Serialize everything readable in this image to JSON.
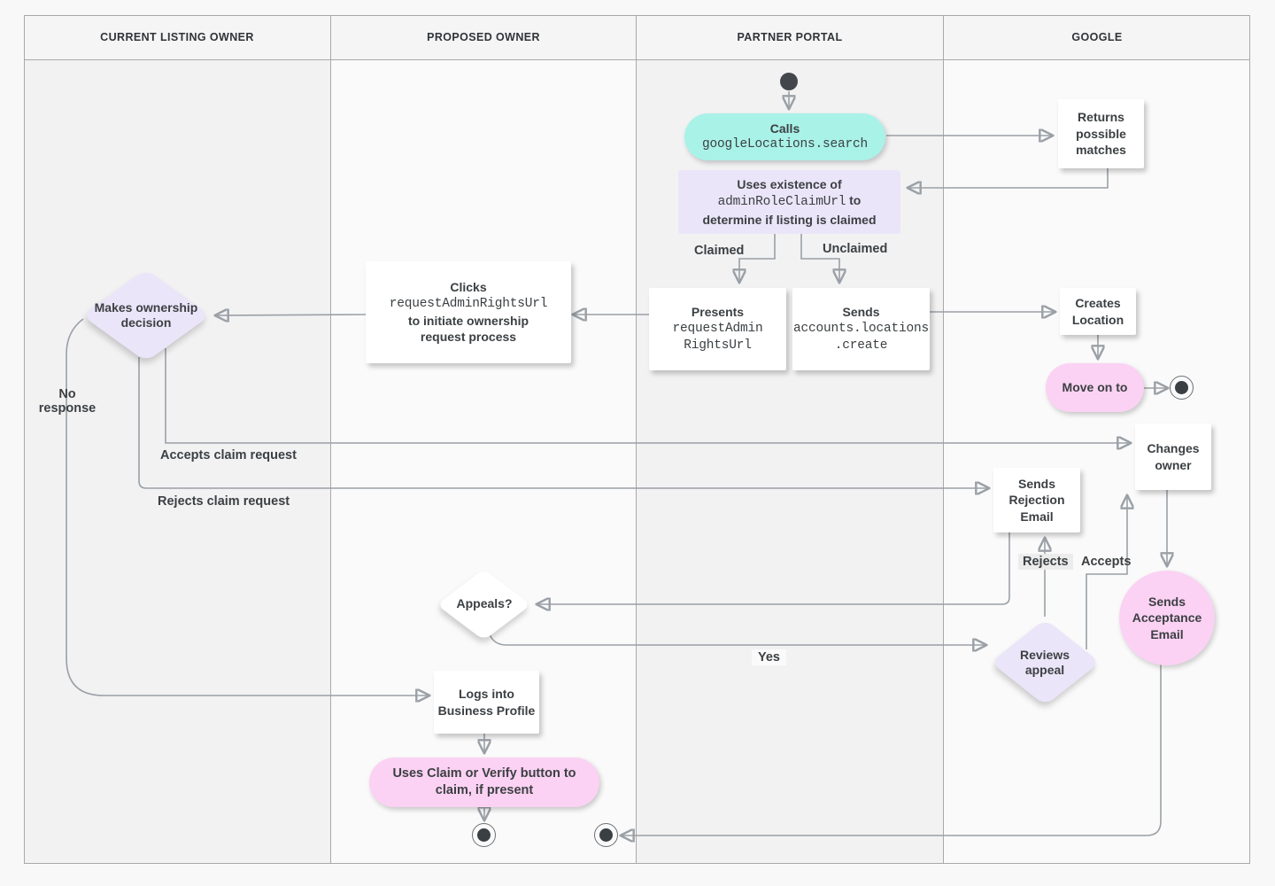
{
  "lanes": [
    {
      "label": "CURRENT LISTING OWNER"
    },
    {
      "label": "PROPOSED OWNER"
    },
    {
      "label": "PARTNER PORTAL"
    },
    {
      "label": "GOOGLE"
    }
  ],
  "nodes": {
    "calls": {
      "title": "Calls",
      "code": "googleLocations.search"
    },
    "returns": {
      "label": "Returns possible matches"
    },
    "uses": {
      "line1": "Uses existence of",
      "code": "adminRoleClaimUrl",
      "after_code": " to",
      "line2": "determine if listing is claimed"
    },
    "presents": {
      "title": "Presents",
      "code_line1": "requestAdmin",
      "code_line2": "RightsUrl"
    },
    "sends_create": {
      "title": "Sends",
      "code_line1": "accounts.locations",
      "code_line2": ".create"
    },
    "creates_location": {
      "label": "Creates Location"
    },
    "move_on": {
      "label": "Move on to"
    },
    "clicks": {
      "title": "Clicks",
      "code": "requestAdminRightsUrl",
      "line2": "to initiate ownership",
      "line3": "request process"
    },
    "decision": {
      "label": "Makes ownership decision"
    },
    "sends_rejection": {
      "label": "Sends Rejection Email"
    },
    "changes_owner": {
      "label": "Changes owner"
    },
    "appeals": {
      "label": "Appeals?"
    },
    "reviews_appeal": {
      "label": "Reviews appeal"
    },
    "sends_acceptance": {
      "label": "Sends Acceptance Email"
    },
    "logs_in": {
      "label": "Logs into Business Profile"
    },
    "uses_claim": {
      "label": "Uses Claim or Verify button to claim, if present"
    }
  },
  "edge_labels": {
    "claimed": "Claimed",
    "unclaimed": "Unclaimed",
    "no_response": "No response",
    "accepts_claim": "Accepts claim request",
    "rejects_claim": "Rejects claim request",
    "rejects": "Rejects",
    "accepts": "Accepts",
    "yes": "Yes"
  },
  "colors": {
    "teal": "#a9f2e8",
    "lavender": "#ebe5f9",
    "pink": "#fbd2f3",
    "line": "#9aa0a6",
    "arrow": "#7e848a",
    "text": "#3c4043",
    "lane_dark": "#f2f2f3",
    "lane_light": "#fafafa",
    "header_bg": "#f5f5f5",
    "border": "#a9a9a9"
  }
}
